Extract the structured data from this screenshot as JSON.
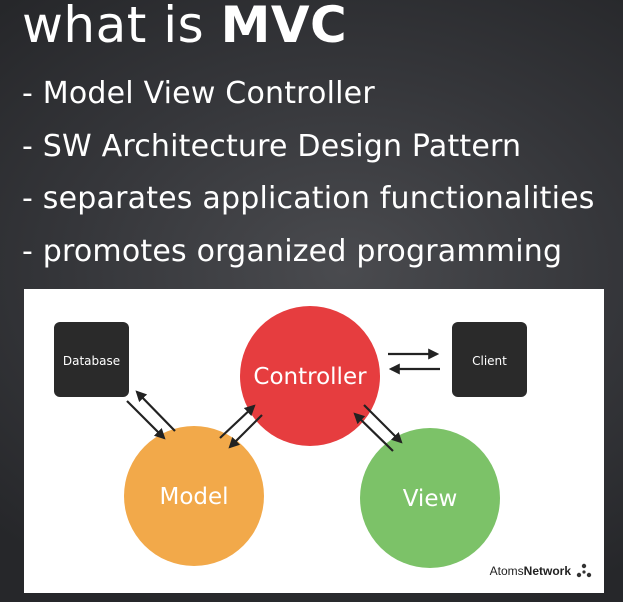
{
  "heading": {
    "prefix": "what is ",
    "emphasis": "MVC"
  },
  "bullets": [
    "- Model View Controller",
    "- SW Architecture Design Pattern",
    "- separates application functionalities",
    "- promotes organized programming"
  ],
  "diagram": {
    "nodes": {
      "database": {
        "label": "Database",
        "color": "#2a2a2a"
      },
      "client": {
        "label": "Client",
        "color": "#2a2a2a"
      },
      "controller": {
        "label": "Controller",
        "color": "#e63d3f"
      },
      "model": {
        "label": "Model",
        "color": "#f2a94a"
      },
      "view": {
        "label": "View",
        "color": "#7cc268"
      }
    },
    "brand": {
      "prefix": "Atoms",
      "emphasis": "Network"
    }
  }
}
